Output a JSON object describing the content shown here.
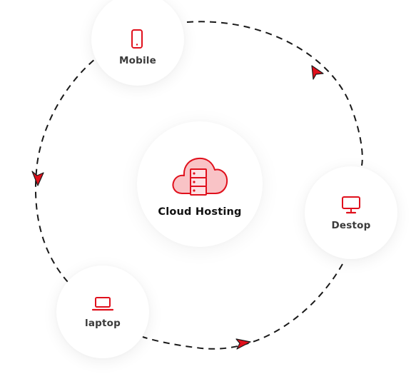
{
  "diagram": {
    "center": {
      "label": "Cloud Hosting",
      "icon": "cloud-server-icon"
    },
    "devices": [
      {
        "label": "Mobile",
        "icon": "mobile-phone-icon"
      },
      {
        "label": "Destop",
        "icon": "desktop-monitor-icon"
      },
      {
        "label": "laptop",
        "icon": "laptop-icon"
      }
    ],
    "colors": {
      "accent": "#e0101c",
      "cloud_fill": "#f9c3c6",
      "connector": "#1a1a1a",
      "label": "#3b3b3b",
      "node_background": "#ffffff"
    }
  }
}
